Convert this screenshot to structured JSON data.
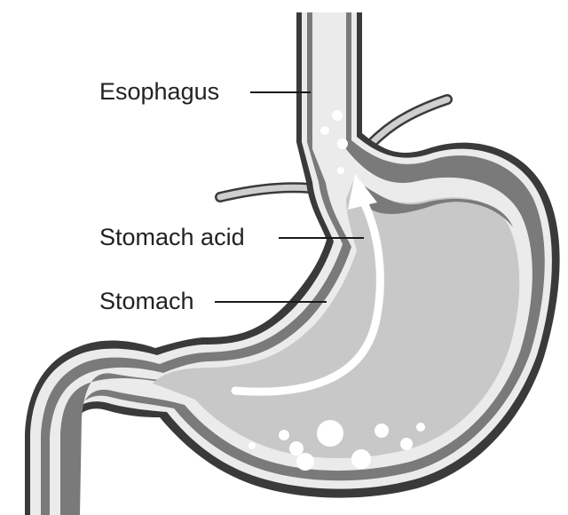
{
  "labels": {
    "esophagus": "Esophagus",
    "stomach_acid": "Stomach acid",
    "stomach": "Stomach"
  },
  "colors": {
    "background": "#ffffff",
    "outline": "#3a3a3a",
    "wall": "#7a7a7b",
    "lining": "#ebebeb",
    "contents": "#c8c8c9",
    "bubbles": "#ffffff",
    "acid_arrow": "#ffffff"
  }
}
